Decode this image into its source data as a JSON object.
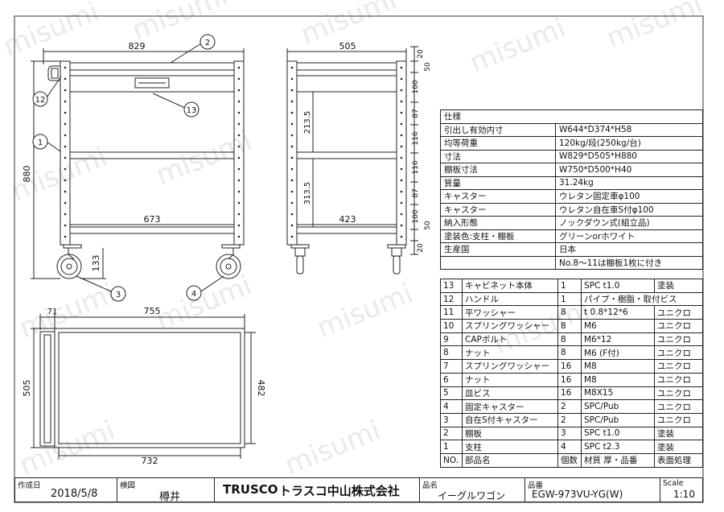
{
  "watermark": "misumi",
  "dims": {
    "front_width": "829",
    "front_height": "880",
    "front_inner": "673",
    "caster_height": "133",
    "side_width": "505",
    "side_inner": "423",
    "side_gap_upper": "213.5",
    "side_gap_lower": "313.5",
    "side_right": [
      "20",
      "50",
      "100",
      "87",
      "116",
      "116",
      "87",
      "100",
      "50",
      "20"
    ],
    "top_width": "755",
    "top_handle": "71",
    "top_depth": "505",
    "top_inner_depth": "482",
    "top_inner_width": "732"
  },
  "callouts": [
    "1",
    "2",
    "3",
    "4",
    "12",
    "13"
  ],
  "spec_table": {
    "header": "仕様",
    "rows": [
      {
        "k": "引出し有効内寸",
        "v": "W644*D374*H58"
      },
      {
        "k": "均等荷重",
        "v": "120kg/段(250kg/台)"
      },
      {
        "k": "寸法",
        "v": "W829*D505*H880"
      },
      {
        "k": "棚板寸法",
        "v": "W750*D500*H40"
      },
      {
        "k": "質量",
        "v": "31.24kg"
      },
      {
        "k": "キャスター",
        "v": "ウレタン固定車φ100"
      },
      {
        "k": "キャスター",
        "v": "ウレタン自在車S付φ100"
      },
      {
        "k": "納入形態",
        "v": "ノックダウン式(組立品)"
      },
      {
        "k": "塗装色:支柱・棚板",
        "v": "グリーンorホワイト"
      },
      {
        "k": "生産国",
        "v": "日本"
      }
    ],
    "note": "No.8～11は棚板1枚に付き"
  },
  "parts_table": {
    "rows": [
      {
        "no": "13",
        "name": "キャビネット本体",
        "qty": "1",
        "mat": "SPC t1.0",
        "fin": "塗装"
      },
      {
        "no": "12",
        "name": "ハンドル",
        "qty": "1",
        "mat": "パイプ・樹脂・取付ビス",
        "fin": ""
      },
      {
        "no": "11",
        "name": "平ワッシャー",
        "qty": "8",
        "mat": "t 0.8*12*6",
        "fin": "ユニクロ"
      },
      {
        "no": "10",
        "name": "スプリングワッシャー",
        "qty": "8",
        "mat": "M6",
        "fin": "ユニクロ"
      },
      {
        "no": "9",
        "name": "CAPボルト",
        "qty": "8",
        "mat": "M6*12",
        "fin": "ユニクロ"
      },
      {
        "no": "8",
        "name": "ナット",
        "qty": "8",
        "mat": "M6 (F付)",
        "fin": "ユニクロ"
      },
      {
        "no": "7",
        "name": "スプリングワッシャー",
        "qty": "16",
        "mat": "M8",
        "fin": "ユニクロ"
      },
      {
        "no": "6",
        "name": "ナット",
        "qty": "16",
        "mat": "M8",
        "fin": "ユニクロ"
      },
      {
        "no": "5",
        "name": "皿ビス",
        "qty": "16",
        "mat": "M8X15",
        "fin": "ユニクロ"
      },
      {
        "no": "4",
        "name": "固定キャスター",
        "qty": "2",
        "mat": "SPC/Pub",
        "fin": "ユニクロ"
      },
      {
        "no": "3",
        "name": "自在S付キャスター",
        "qty": "2",
        "mat": "SPC/Pub",
        "fin": "ユニクロ"
      },
      {
        "no": "2",
        "name": "棚板",
        "qty": "3",
        "mat": "SPC t1.0",
        "fin": "塗装"
      },
      {
        "no": "1",
        "name": "支柱",
        "qty": "4",
        "mat": "SPC t2.3",
        "fin": "塗装"
      }
    ],
    "header": {
      "no": "NO.",
      "name": "部品名",
      "qty": "個数",
      "mat": "材質 厚・品番",
      "fin": "表面処理"
    }
  },
  "title_block": {
    "created_label": "作成日",
    "created_value": "2018/5/8",
    "check_label": "検図",
    "check_value": "樽井",
    "company_logo": "TRUSCO",
    "company_name": "トラスコ中山株式会社",
    "product_label": "品名",
    "product_value": "イーグルワゴン",
    "part_label": "品番",
    "part_value": "EGW-973VU-YG(W)",
    "scale_label": "Scale",
    "scale_value": "1:10"
  }
}
